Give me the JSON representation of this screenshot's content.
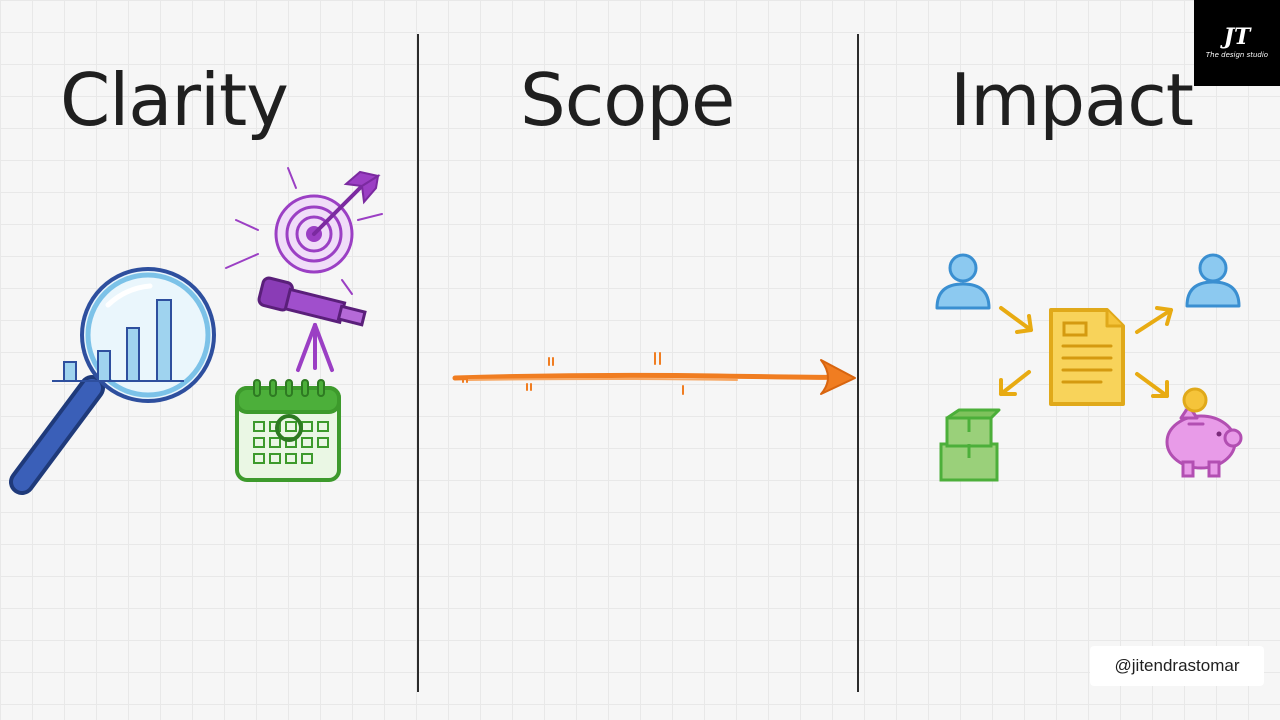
{
  "columns": [
    {
      "title": "Clarity"
    },
    {
      "title": "Scope"
    },
    {
      "title": "Impact"
    }
  ],
  "logo": {
    "mark": "JT",
    "text": "The design studio"
  },
  "handle": "@jitendrastomar",
  "icons": {
    "clarity": [
      "magnifying-glass-icon",
      "bar-chart-icon",
      "target-icon",
      "arrow-icon",
      "telescope-icon",
      "calendar-icon"
    ],
    "scope": [
      "arrow-right-icon"
    ],
    "impact": [
      "person-icon",
      "document-icon",
      "box-icon",
      "piggy-bank-icon",
      "coin-icon"
    ]
  },
  "colors": {
    "background": "#f6f6f6",
    "text": "#1f1f1f",
    "divider": "#2b2b2b",
    "blue": "#2e4f9e",
    "light_blue": "#7cc2e8",
    "purple": "#9b3fc4",
    "green": "#4caf3a",
    "orange": "#f07d21",
    "yellow": "#f5c43a",
    "pink": "#d877d8"
  }
}
